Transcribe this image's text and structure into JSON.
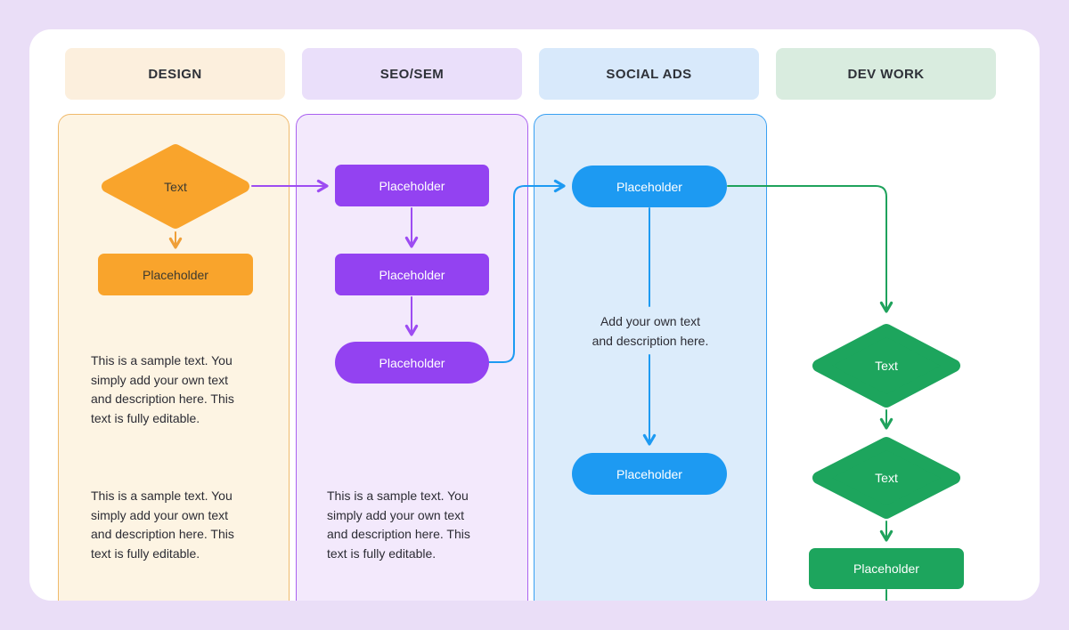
{
  "canvas": {
    "background": "#eadef7",
    "card_background": "#ffffff"
  },
  "headers": [
    {
      "label": "DESIGN",
      "background": "#fcefdd"
    },
    {
      "label": "SEO/SEM",
      "background": "#eadffa"
    },
    {
      "label": "SOCIAL ADS",
      "background": "#d8e9fb"
    },
    {
      "label": "DEV WORK",
      "background": "#d9ecdf"
    }
  ],
  "design_lane": {
    "lane_background": "#fdf4e3",
    "lane_border": "#f0ba6c",
    "shape_fill": "#f9a42c",
    "connector_color": "#ef9f38",
    "diamond_label": "Text",
    "rect_label": "Placeholder",
    "paragraph1_lines": [
      "This is a sample text. You",
      "simply add your own text",
      "and description here. This",
      "text is fully editable."
    ],
    "paragraph2_lines": [
      "This is a sample text. You",
      "simply add your own text",
      "and description here. This",
      "text is fully editable."
    ]
  },
  "seo_lane": {
    "lane_background": "#f3e9fc",
    "lane_border": "#aa61f0",
    "shape_fill": "#9342f1",
    "connector_color": "#9d4cf2",
    "box1_label": "Placeholder",
    "box2_label": "Placeholder",
    "box3_label": "Placeholder",
    "paragraph_lines": [
      "This is a sample text. You",
      "simply add your own text",
      "and description here. This",
      "text is fully editable."
    ]
  },
  "social_lane": {
    "lane_background": "#dcecfb",
    "lane_border": "#39a0f2",
    "shape_fill": "#1d9af2",
    "connector_color": "#1d9af2",
    "pill_top_label": "Placeholder",
    "pill_bottom_label": "Placeholder",
    "note_lines": [
      "Add your own text",
      "and description here."
    ]
  },
  "dev_lane": {
    "shape_fill": "#1da55d",
    "connector_color": "#1fa25c",
    "diamond1_label": "Text",
    "diamond2_label": "Text",
    "rect_label": "Placeholder"
  }
}
